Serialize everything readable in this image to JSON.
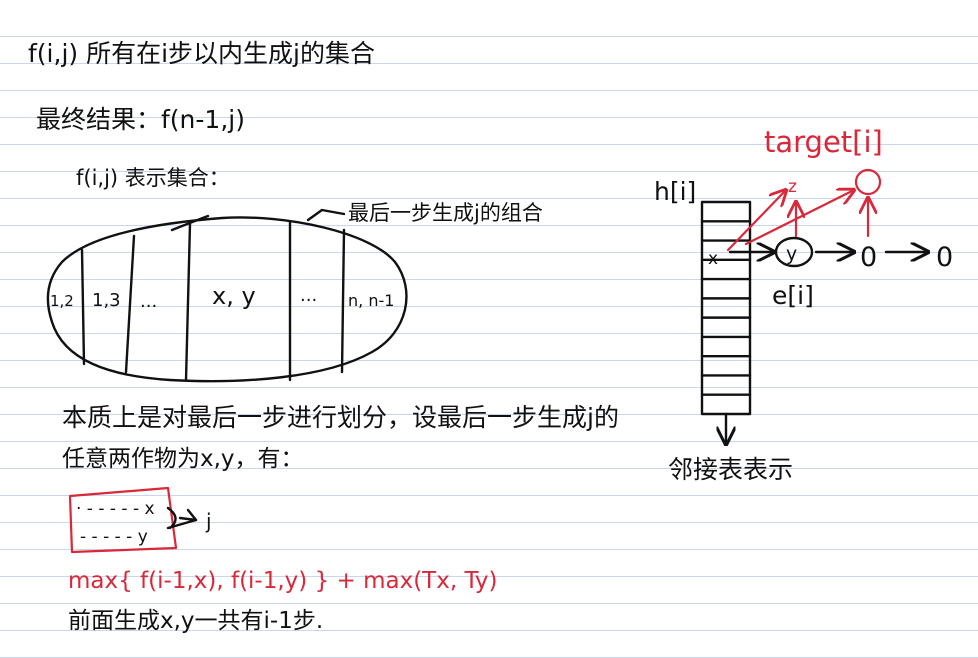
{
  "colors": {
    "ink": "#111111",
    "red_ink": "#d8283a",
    "ruled_line": "#c9d6ef",
    "paper": "#ffffff"
  },
  "heading": {
    "definition": "f(i,j) 所有在i步以内生成j的集合",
    "final_result": "最终结果：f(n-1,j)",
    "set_partition": "f(i,j) 表示集合："
  },
  "ellipse": {
    "annotation": "最后一步生成j的组合",
    "sections": [
      "1,2",
      "1,3",
      "···",
      "x, y",
      "···",
      "n, n-1"
    ]
  },
  "body_text": {
    "line1": "本质上是对最后一步进行划分，设最后一步生成j的",
    "line2": "任意两作物为x,y，有："
  },
  "derivation": {
    "x_row": "· - - - - - x",
    "y_row": "- - - - - y",
    "arrow_j": "j",
    "formula": "max{ f(i-1,x), f(i-1,y) } + max(Tx, Ty)",
    "conclusion": "前面生成x,y一共有i-1步."
  },
  "adjacency": {
    "h_label": "h[i]",
    "node_x": "x",
    "node_y": "y",
    "chain_nodes": [
      "0",
      "0"
    ],
    "e_label": "e[i]",
    "z_label": "z",
    "target_label": "target[i]",
    "caption": "邻接表表示",
    "cell_count": 11
  }
}
